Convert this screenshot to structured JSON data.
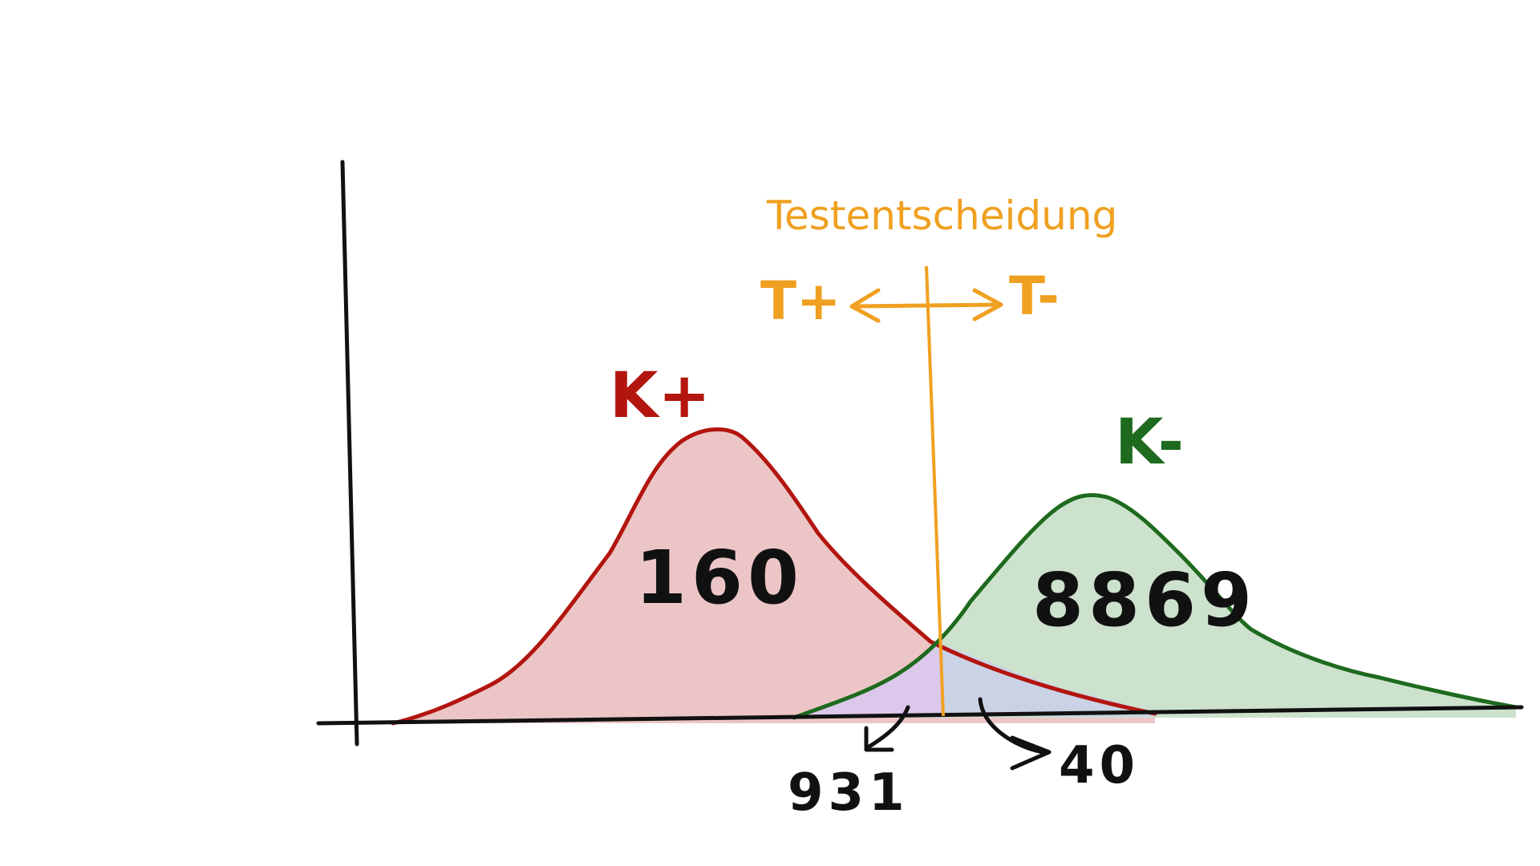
{
  "diagram": {
    "decision_label": "Testentscheidung",
    "test_positive_label": "T+",
    "test_negative_label": "T-",
    "diseased_label": "K+",
    "healthy_label": "K-",
    "true_positive_count": "160",
    "true_negative_count": "8869",
    "false_positive_count": "931",
    "false_negative_count": "40"
  },
  "colors": {
    "diseased_line": "#b3150f",
    "diseased_fill": "#ecc6c6",
    "healthy_line": "#1e6a1e",
    "healthy_fill": "#cde2cd",
    "overlap_left_fill": "#dcc8ea",
    "overlap_right_fill": "#cad3e6",
    "threshold": "#f0a020",
    "axes": "#111111"
  }
}
